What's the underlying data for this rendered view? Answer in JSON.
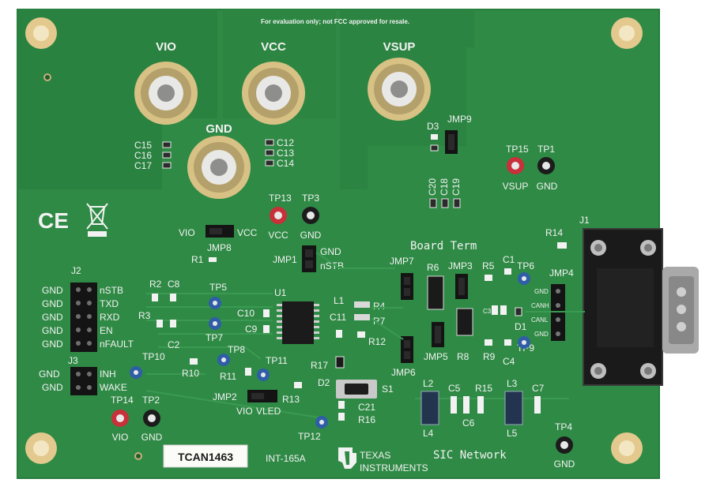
{
  "board": {
    "notice": "For evaluation only; not FCC approved for resale.",
    "label_sticker": "TCAN1463",
    "part_number": "INT-165A",
    "vendor_line1": "TEXAS",
    "vendor_line2": "INSTRUMENTS",
    "section_board_term": "Board Term",
    "section_sic": "SIC Network",
    "colors": {
      "pcb": "#2f8a45",
      "pcb_dark": "#237a39",
      "silk": "#f2f2f2",
      "tp_red": "#c8303a",
      "tp_black": "#1c1c1c",
      "tp_blue": "#2f5ea8",
      "jumper": "#141414",
      "gold": "#d9b86a"
    }
  },
  "power": {
    "vio": "VIO",
    "vcc": "VCC",
    "vsup": "VSUP",
    "gnd": "GND"
  },
  "labels": {
    "c15": "C15",
    "c16": "C16",
    "c17": "C17",
    "c12": "C12",
    "c13": "C13",
    "c14": "C14",
    "d3": "D3",
    "jmp9": "JMP9",
    "c20": "C20",
    "c18": "C18",
    "c19": "C19",
    "tp15": "TP15",
    "tp15_net": "VSUP",
    "tp1": "TP1",
    "tp1_net": "GND",
    "tp13": "TP13",
    "tp13_net": "VCC",
    "tp3": "TP3",
    "tp3_net": "GND",
    "jmp8_left": "VIO",
    "jmp8_right": "VCC",
    "jmp8": "JMP8",
    "r1": "R1",
    "jmp1": "JMP1",
    "jmp1_gnd": "GND",
    "jmp1_nstb": "nSTB",
    "j1": "J1",
    "r14": "R14",
    "jmp4": "JMP4",
    "jmp4_pins": [
      "GND",
      "CANH",
      "CANL",
      "GND"
    ],
    "jmp7": "JMP7",
    "r6": "R6",
    "jmp3": "JMP3",
    "r5": "R5",
    "c1": "C1",
    "tp6": "TP6",
    "d1": "D1",
    "c3": "C3",
    "r9": "R9",
    "c4": "C4",
    "tp9": "TP9",
    "jmp5": "JMP5",
    "r8": "R8",
    "jmp6": "JMP6",
    "l1": "L1",
    "r4": "R4",
    "r7": "R7",
    "c11": "C11",
    "r12": "R12",
    "u1": "U1",
    "c10": "C10",
    "c9": "C9",
    "tp5": "TP5",
    "tp7": "TP7",
    "tp8": "TP8",
    "tp10": "TP10",
    "tp11": "TP11",
    "r2": "R2",
    "c8": "C8",
    "r3": "R3",
    "c2": "C2",
    "r10": "R10",
    "r11": "R11",
    "r17": "R17",
    "d2": "D2",
    "s1": "S1",
    "r13": "R13",
    "jmp2": "JMP2",
    "jmp2_left": "VIO",
    "jmp2_right": "VLED",
    "c21": "C21",
    "r16": "R16",
    "tp12": "TP12",
    "j2": "J2",
    "j3": "J3",
    "j2_left": [
      "GND",
      "GND",
      "GND",
      "GND",
      "GND"
    ],
    "j2_right": [
      "nSTB",
      "TXD",
      "RXD",
      "EN",
      "nFAULT"
    ],
    "j3_left": [
      "GND",
      "GND"
    ],
    "j3_right": [
      "INH",
      "WAKE"
    ],
    "tp14": "TP14",
    "tp14_net": "VIO",
    "tp2": "TP2",
    "tp2_net": "GND",
    "l2": "L2",
    "c5": "C5",
    "r15": "R15",
    "l3": "L3",
    "c7": "C7",
    "l4": "L4",
    "c6": "C6",
    "l5": "L5",
    "tp4": "TP4",
    "tp4_net": "GND"
  },
  "icons": [
    "ce-mark-icon",
    "weee-bin-icon",
    "ti-logo-icon"
  ]
}
